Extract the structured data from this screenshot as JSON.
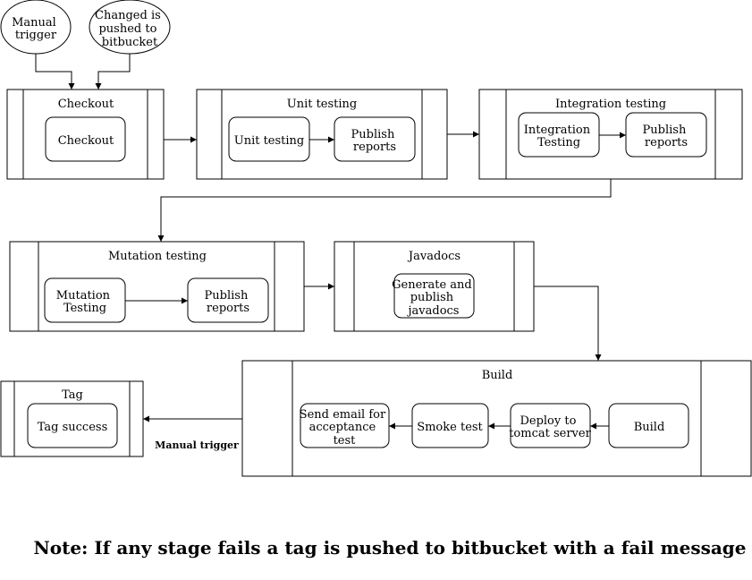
{
  "triggers": {
    "manual": [
      "Manual",
      "trigger"
    ],
    "bitbucket": [
      "Changed is",
      "pushed to",
      "bitbucket"
    ]
  },
  "stages": {
    "checkout": {
      "title": "Checkout",
      "steps": [
        [
          "Checkout"
        ]
      ]
    },
    "unit": {
      "title": "Unit testing",
      "steps": [
        [
          "Unit testing"
        ],
        [
          "Publish",
          "reports"
        ]
      ]
    },
    "integration": {
      "title": "Integration testing",
      "steps": [
        [
          "Integration",
          "Testing"
        ],
        [
          "Publish",
          "reports"
        ]
      ]
    },
    "mutation": {
      "title": "Mutation testing",
      "steps": [
        [
          "Mutation",
          "Testing"
        ],
        [
          "Publish",
          "reports"
        ]
      ]
    },
    "javadocs": {
      "title": "Javadocs",
      "steps": [
        [
          "Generate and",
          "publish",
          "javadocs"
        ]
      ]
    },
    "build": {
      "title": "Build",
      "steps": [
        [
          "Build"
        ],
        [
          "Deploy to",
          "tomcat server"
        ],
        [
          "Smoke test"
        ],
        [
          "Send email for",
          "acceptance",
          "test"
        ]
      ]
    },
    "tag": {
      "title": "Tag",
      "steps": [
        [
          "Tag success"
        ]
      ]
    }
  },
  "edge_labels": {
    "manual_trigger": "Manual trigger"
  },
  "note": "Note: If any stage fails a tag is pushed to bitbucket with a fail message"
}
